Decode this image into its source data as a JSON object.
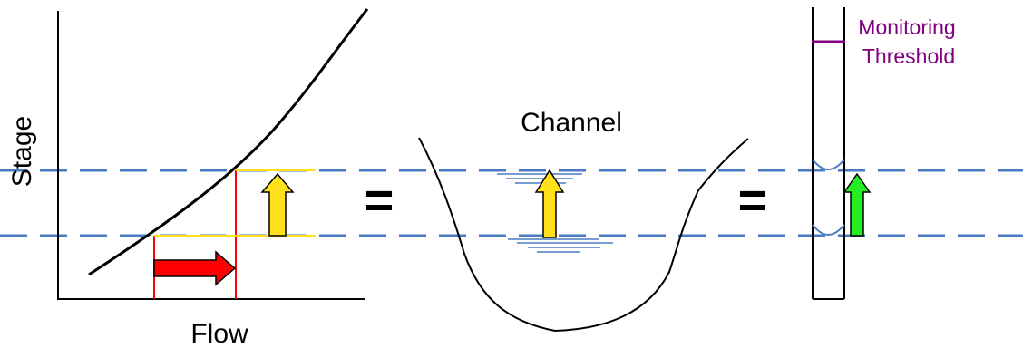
{
  "labels": {
    "y_axis": "Stage",
    "x_axis": "Flow",
    "channel": "Channel",
    "threshold_line1": "Monitoring",
    "threshold_line2": "Threshold",
    "equals_1": "=",
    "equals_2": "="
  },
  "colors": {
    "dashed_line": "#4a7cc4",
    "water": "#4a7cc4",
    "flow_marker": "#ff0000",
    "stage_arrow": "#ffe01a",
    "well_arrow": "#22ee22",
    "threshold": "#800080",
    "guide_line": "#ffe01a"
  }
}
